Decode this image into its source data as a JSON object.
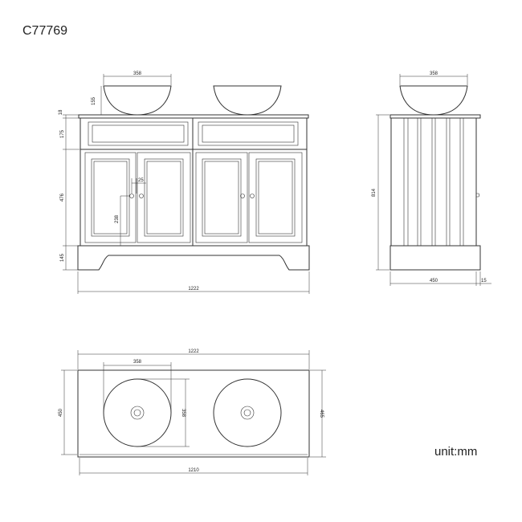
{
  "product_code": "C77769",
  "unit_label": "unit:mm",
  "front_view": {
    "basin_width": "358",
    "basin_height": "155",
    "top_thickness": "18",
    "drawer_height": "175",
    "door_height": "476",
    "plinth_height": "145",
    "handle_gap": "25",
    "handle_height": "238",
    "overall_width": "1222"
  },
  "side_view": {
    "basin_width": "358",
    "overall_height": "814",
    "depth": "450",
    "overhang": "15"
  },
  "top_view": {
    "overall_width": "1222",
    "basin_width": "358",
    "basin_depth": "358",
    "cabinet_depth": "450",
    "top_depth": "465",
    "cabinet_width": "1210"
  }
}
